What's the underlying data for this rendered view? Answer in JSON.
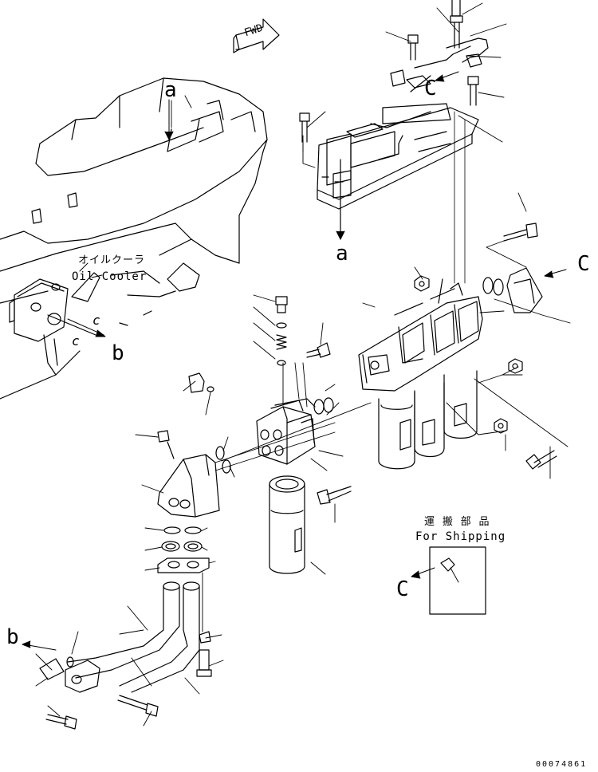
{
  "fwd_label": "FWD",
  "oil_cooler_jp": "オイルクーラ",
  "oil_cooler_en": "Oil Cooler",
  "shipping_jp": "運 搬 部 品",
  "shipping_en": "For Shipping",
  "refs": {
    "a_top": "a",
    "a_bottom": "a",
    "b_right": "b",
    "b_left": "b",
    "c_top": "C",
    "c_right": "C",
    "c_ship": "C",
    "c_small1": "c",
    "c_small2": "c"
  },
  "figure_number": "00074861"
}
